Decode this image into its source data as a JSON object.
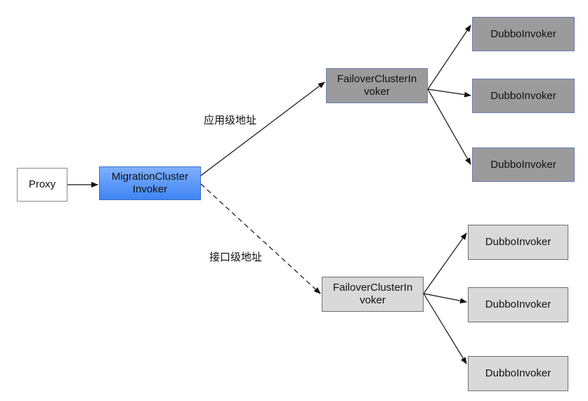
{
  "nodes": {
    "proxy": "Proxy",
    "migration": "MigrationCluster\nInvoker",
    "failover_app": "FailoverClusterIn\nvoker",
    "failover_interface": "FailoverClusterIn\nvoker",
    "dubbo_app": [
      "DubboInvoker",
      "DubboInvoker",
      "DubboInvoker"
    ],
    "dubbo_interface": [
      "DubboInvoker",
      "DubboInvoker",
      "DubboInvoker"
    ]
  },
  "edge_labels": {
    "app_level": "应用级地址",
    "interface_level": "接口级地址"
  },
  "colors": {
    "migration_fill": "#4a8ef5",
    "app_level_nodes": "#9b9b9b",
    "interface_level_nodes": "#d9d9d9"
  }
}
